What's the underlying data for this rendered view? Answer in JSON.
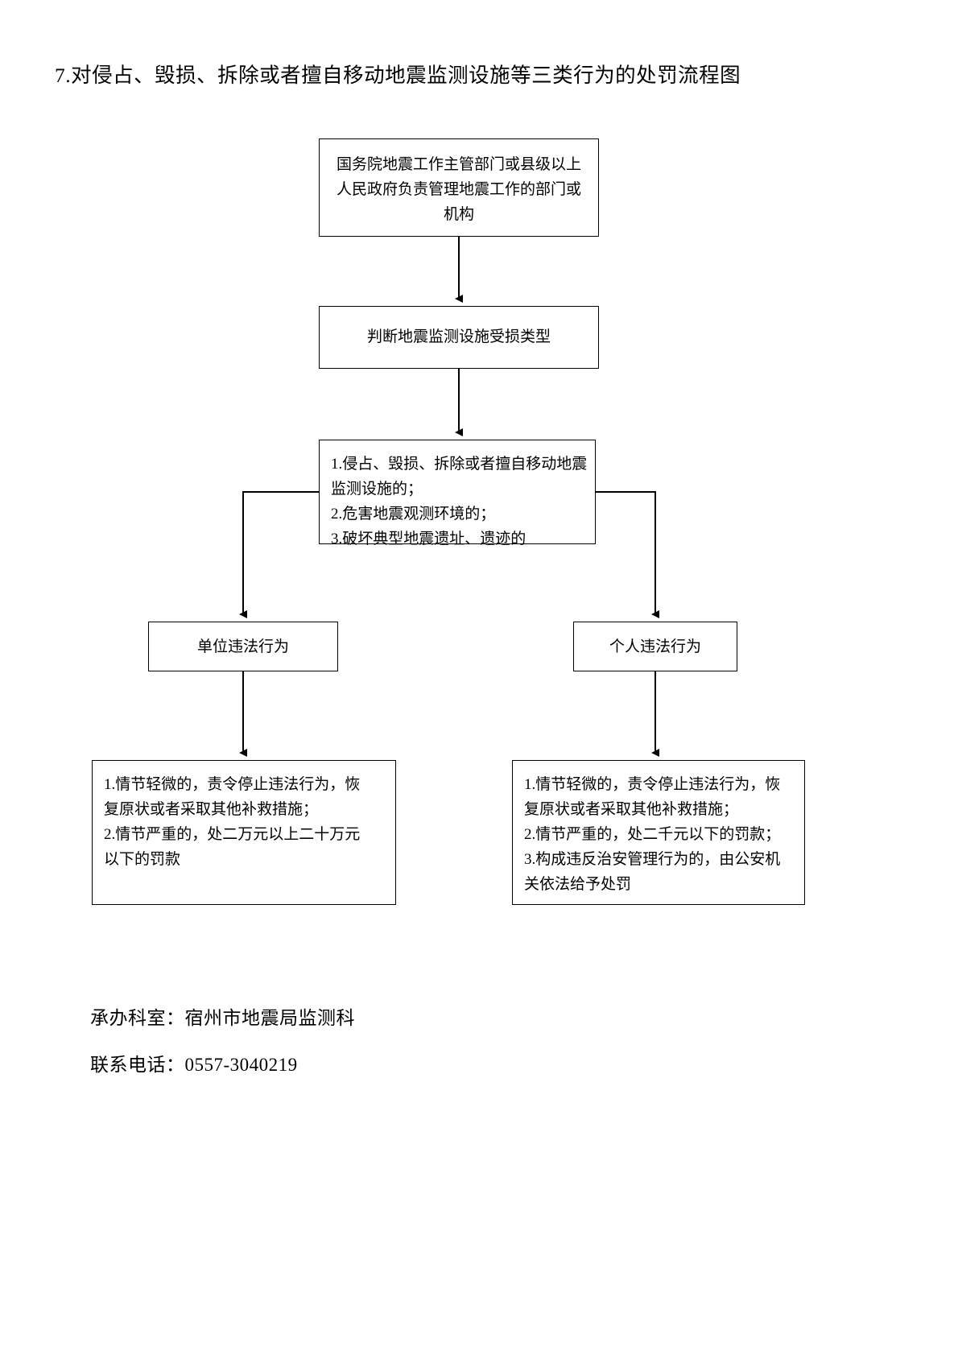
{
  "document": {
    "title": "7.对侵占、毁损、拆除或者擅自移动地震监测设施等三类行为的处罚流程图"
  },
  "flowchart": {
    "nodes": {
      "authority": {
        "lines": [
          "国务院地震工作主管部门或县级以上",
          "人民政府负责管理地震工作的部门或",
          "机构"
        ]
      },
      "judge": {
        "lines": [
          "判断地震监测设施受损类型"
        ]
      },
      "categories": {
        "lines": [
          "1.侵占、毁损、拆除或者擅自移动地震",
          "监测设施的；",
          "2.危害地震观测环境的；",
          "3.破坏典型地震遗址、遗迹的"
        ]
      },
      "unit": {
        "lines": [
          "单位违法行为"
        ]
      },
      "person": {
        "lines": [
          "个人违法行为"
        ]
      },
      "unit_penalty": {
        "lines": [
          "1.情节轻微的，责令停止违法行为，恢",
          "复原状或者采取其他补救措施；",
          "2.情节严重的，处二万元以上二十万元",
          "以下的罚款"
        ]
      },
      "person_penalty": {
        "lines": [
          "1.情节轻微的，责令停止违法行为，恢",
          "复原状或者采取其他补救措施；",
          "2.情节严重的，处二千元以下的罚款；",
          "3.构成违反治安管理行为的，由公安机",
          "关依法给予处罚"
        ]
      }
    },
    "connectors": [
      {
        "name": "authority-to-judge",
        "type": "vertical-arrow"
      },
      {
        "name": "judge-to-categories",
        "type": "vertical-arrow"
      },
      {
        "name": "categories-to-unit",
        "type": "elbow-left-arrow"
      },
      {
        "name": "categories-to-person",
        "type": "elbow-right-arrow"
      },
      {
        "name": "unit-to-unit-penalty",
        "type": "vertical-arrow"
      },
      {
        "name": "person-to-person-penalty",
        "type": "vertical-arrow"
      }
    ],
    "line_color": "#000000"
  },
  "footer": {
    "department": "承办科室：宿州市地震局监测科",
    "phone": "联系电话：0557-3040219"
  }
}
